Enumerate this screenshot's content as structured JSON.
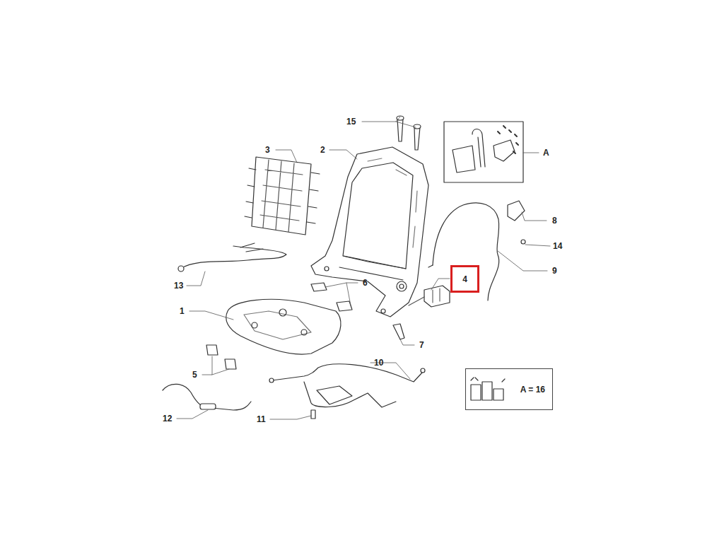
{
  "diagram": {
    "nodes": [
      {
        "text": [
          "4"
        ]
      },
      {
        "text": [
          "A = 16"
        ]
      }
    ],
    "labels": [
      "15",
      "3",
      "2",
      "A",
      "8",
      "14",
      "9",
      "13",
      "6",
      "1",
      "7",
      "5",
      "10",
      "12",
      "11"
    ]
  }
}
